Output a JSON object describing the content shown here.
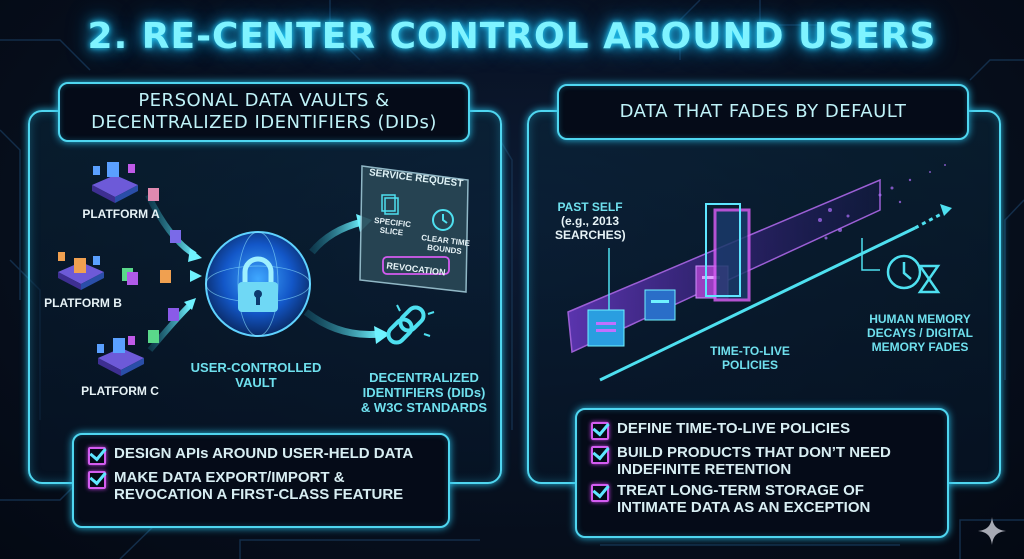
{
  "title": "2. RE-CENTER CONTROL AROUND USERS",
  "colors": {
    "accent_cyan": "#4fd6f0",
    "title_cyan": "#7ff3ff",
    "checkbox_magenta": "#d35cf0",
    "background": "#07101f"
  },
  "left_panel": {
    "header_line1": "PERSONAL DATA VAULTS &",
    "header_line2": "DECENTRALIZED IDENTIFIERS (DIDs)",
    "platforms": [
      "PLATFORM A",
      "PLATFORM B",
      "PLATFORM C"
    ],
    "vault_label_line1": "USER-CONTROLLED",
    "vault_label_line2": "VAULT",
    "service_request": {
      "title": "SERVICE REQUEST",
      "item1_line1": "SPECIFIC",
      "item1_line2": "SLICE",
      "item2_line1": "CLEAR TIME",
      "item2_line2": "BOUNDS",
      "button": "REVOCATION"
    },
    "did_label_line1": "DECENTRALIZED",
    "did_label_line2": "IDENTIFIERS (DIDs)",
    "did_label_line3": "& W3C STANDARDS",
    "checklist": [
      {
        "line1": "DESIGN APIs AROUND USER-HELD DATA",
        "line2": ""
      },
      {
        "line1": "MAKE DATA EXPORT/IMPORT &",
        "line2": "REVOCATION A FIRST-CLASS FEATURE"
      }
    ]
  },
  "right_panel": {
    "header": "DATA THAT FADES BY DEFAULT",
    "past_self_line1": "PAST SELF",
    "past_self_line2": "(e.g., 2013",
    "past_self_line3": "SEARCHES)",
    "ttl_line1": "TIME-TO-LIVE",
    "ttl_line2": "POLICIES",
    "memory_line1": "HUMAN MEMORY",
    "memory_line2": "DECAYS / DIGITAL",
    "memory_line3": "MEMORY FADES",
    "checklist": [
      {
        "line1": "DEFINE TIME-TO-LIVE POLICIES",
        "line2": ""
      },
      {
        "line1": "BUILD PRODUCTS THAT DON’T NEED",
        "line2": "INDEFINITE RETENTION"
      },
      {
        "line1": "TREAT LONG-TERM STORAGE OF",
        "line2": "INTIMATE DATA AS AN EXCEPTION"
      }
    ]
  }
}
